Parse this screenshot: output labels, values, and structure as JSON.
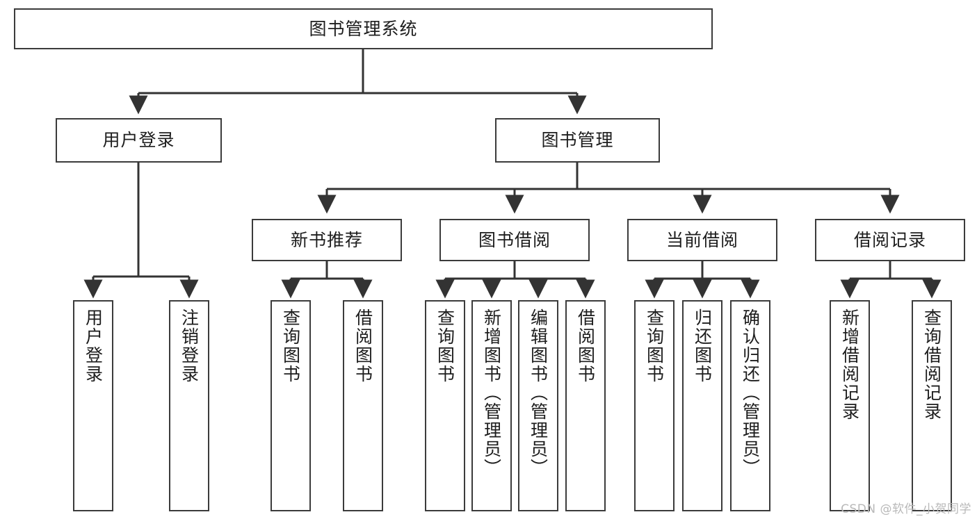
{
  "diagram": {
    "type": "tree-hierarchy-chart",
    "title_node": {
      "id": "root",
      "label": "图书管理系统"
    },
    "levels": {
      "level2": [
        {
          "id": "user-login",
          "label": "用户登录"
        },
        {
          "id": "book-management",
          "label": "图书管理"
        }
      ],
      "level3": [
        {
          "id": "new-book-recommend",
          "label": "新书推荐",
          "parent": "book-management"
        },
        {
          "id": "book-borrow",
          "label": "图书借阅",
          "parent": "book-management"
        },
        {
          "id": "current-borrow",
          "label": "当前借阅",
          "parent": "book-management"
        },
        {
          "id": "borrow-record",
          "label": "借阅记录",
          "parent": "book-management"
        }
      ],
      "leaves": [
        {
          "id": "leaf-user-login",
          "label": "用户登录",
          "parent": "user-login"
        },
        {
          "id": "leaf-logout-login",
          "label": "注销登录",
          "parent": "user-login"
        },
        {
          "id": "leaf-query-book-1",
          "label": "查询图书",
          "parent": "new-book-recommend"
        },
        {
          "id": "leaf-borrow-book-1",
          "label": "借阅图书",
          "parent": "new-book-recommend"
        },
        {
          "id": "leaf-query-book-2",
          "label": "查询图书",
          "parent": "book-borrow"
        },
        {
          "id": "leaf-add-book",
          "label": "新增图书（管理员）",
          "parent": "book-borrow"
        },
        {
          "id": "leaf-edit-book",
          "label": "编辑图书（管理员）",
          "parent": "book-borrow"
        },
        {
          "id": "leaf-borrow-book-2",
          "label": "借阅图书",
          "parent": "book-borrow"
        },
        {
          "id": "leaf-query-book-3",
          "label": "查询图书",
          "parent": "current-borrow"
        },
        {
          "id": "leaf-return-book",
          "label": "归还图书",
          "parent": "current-borrow"
        },
        {
          "id": "leaf-confirm-return",
          "label": "确认归还（管理员）",
          "parent": "current-borrow"
        },
        {
          "id": "leaf-add-record",
          "label": "新增借阅记录",
          "parent": "borrow-record"
        },
        {
          "id": "leaf-query-record",
          "label": "查询借阅记录",
          "parent": "borrow-record"
        }
      ]
    },
    "colors": {
      "box_border": "#3b3b3b",
      "box_fill": "#ffffff",
      "connector": "#333333",
      "text": "#1d1d1d",
      "watermark": "#b9b9b9",
      "background": "#ffffff"
    }
  },
  "watermark": {
    "text": "CSDN @软件_小贺同学"
  }
}
